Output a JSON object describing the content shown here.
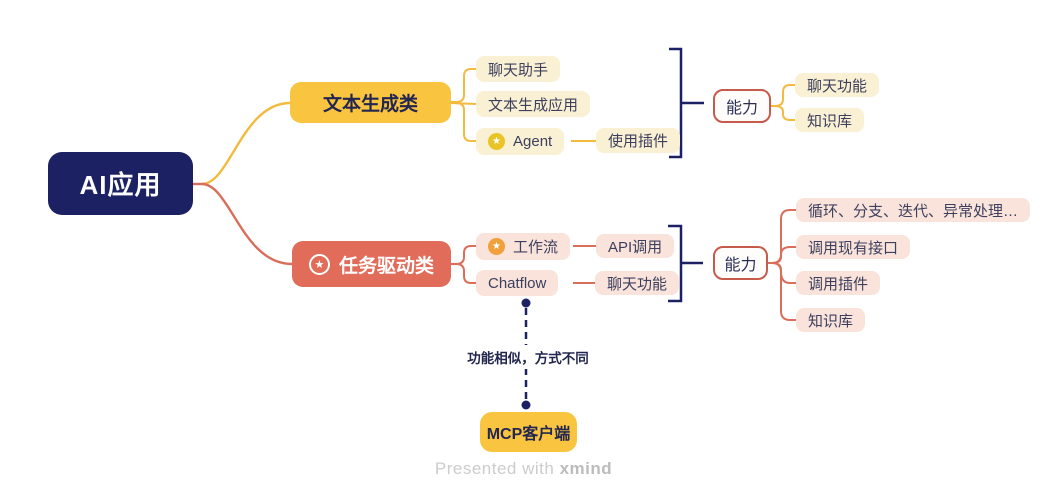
{
  "colors": {
    "root_bg": "#1c2163",
    "navy": "#1c2163",
    "main_yellow": "#f9c440",
    "child_cream": "#faf0d3",
    "main_salmon": "#e16c5a",
    "child_pink": "#f9e3da",
    "yellow_line": "#f2bb40",
    "salmon_line": "#d96f5b",
    "capability_border": "#c65a4b",
    "badge_gold": "#e9c427",
    "badge_orange": "#f0a13b",
    "footer_gray": "#cccccc"
  },
  "icons": {
    "star": "★"
  },
  "root": {
    "label": "AI应用"
  },
  "branch_text_gen": {
    "label": "文本生成类",
    "children": {
      "chat_assistant": "聊天助手",
      "text_gen_app": "文本生成应用",
      "agent": {
        "label": "Agent",
        "child": "使用插件"
      }
    },
    "capability": {
      "label": "能力",
      "items": [
        "聊天功能",
        "知识库"
      ]
    }
  },
  "branch_task_driven": {
    "label": "任务驱动类",
    "children": {
      "workflow": {
        "label": "工作流",
        "child": "API调用"
      },
      "chatflow": {
        "label": "Chatflow",
        "child": "聊天功能"
      }
    },
    "capability": {
      "label": "能力",
      "items": [
        "循环、分支、迭代、异常处理…",
        "调用现有接口",
        "调用插件",
        "知识库"
      ]
    }
  },
  "floating": {
    "relationship_label": "功能相似，方式不同",
    "mcp_client": "MCP客户端"
  },
  "footer": {
    "prefix": "Presented with",
    "brand": "xmind"
  }
}
